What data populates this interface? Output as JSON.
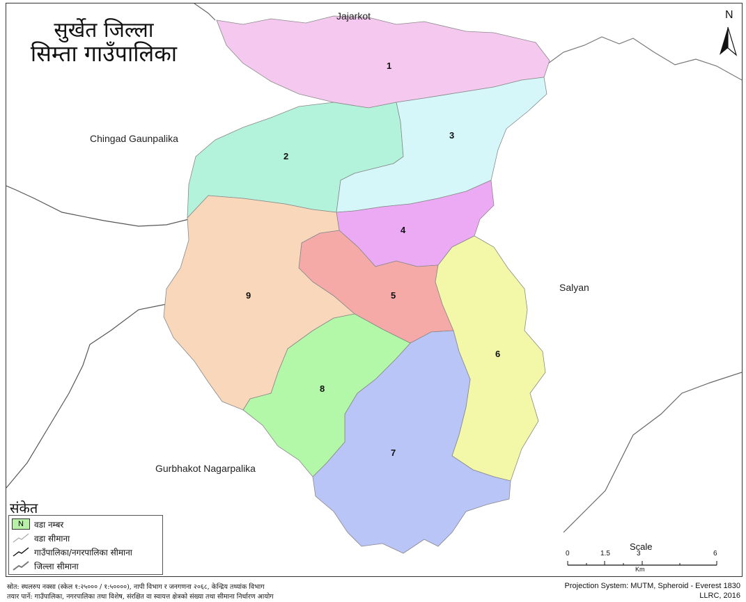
{
  "title": {
    "district": "सुर्खेत जिल्ला",
    "municipality": "सिम्ता गाउँपालिका"
  },
  "north_letter": "N",
  "neighbors": {
    "north": "Jajarkot",
    "west": "Chingad Gaunpalika",
    "east": "Salyan",
    "southwest": "Gurbhakot Nagarpalika"
  },
  "wards": [
    {
      "number": "1",
      "color": "#f5c8ef"
    },
    {
      "number": "2",
      "color": "#b3f2db"
    },
    {
      "number": "3",
      "color": "#d5f7f9"
    },
    {
      "number": "4",
      "color": "#ecaaf5"
    },
    {
      "number": "5",
      "color": "#f5aaa8"
    },
    {
      "number": "6",
      "color": "#f2f8a8"
    },
    {
      "number": "7",
      "color": "#b9c4f7"
    },
    {
      "number": "8",
      "color": "#b3f7a8"
    },
    {
      "number": "9",
      "color": "#f8d7bb"
    }
  ],
  "legend": {
    "title": "संकेत",
    "ward_symbol": "N",
    "items": [
      {
        "label": "वडा नम्बर"
      },
      {
        "label": "वडा सीमाना"
      },
      {
        "label": "गाउँपालिका/नगरपालिका सीमाना"
      },
      {
        "label": "जिल्ला सीमाना"
      }
    ]
  },
  "scale": {
    "title": "Scale",
    "ticks": [
      "0",
      "1.5",
      "3",
      "6"
    ],
    "unit": "Km"
  },
  "source_line_1": "स्रोत: स्थलरुप नक्सा (स्केल १:२५००० / १:५००००), नापी विभाग र जनगणना २०६८, केन्द्रिय तथ्यांक विभाग",
  "source_line_2": "तयार पार्ने: गाउँपालिका, नगरपालिका तथा विशेष, संरक्षित वा स्वायत्त क्षेत्रको संख्या तथा सीमाना निर्धारण आयोग",
  "projection": "Projection System: MUTM, Spheroid - Everest 1830",
  "credit": "LLRC, 2016"
}
